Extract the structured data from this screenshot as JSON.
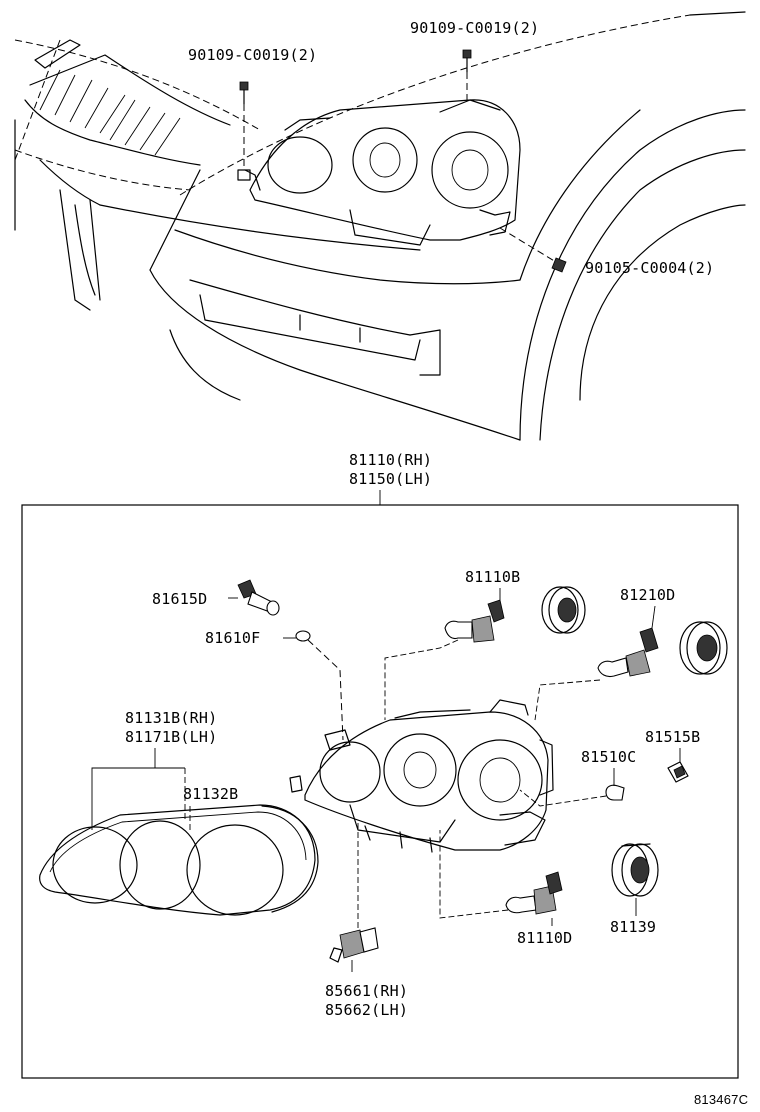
{
  "labels": {
    "bolt_left": "90109-C0019(2)",
    "bolt_right": "90109-C0019(2)",
    "screw": "90105-C0004(2)",
    "assembly_rh": "81110(RH)",
    "assembly_lh": "81150(LH)",
    "socket_81615d": "81615D",
    "bulb_81610f": "81610F",
    "bulb_81110b": "81110B",
    "bulb_81210d": "81210D",
    "lens_81131b": "81131B(RH)",
    "lens_81171b": "81171B(LH)",
    "gasket_81132b": "81132B",
    "socket_81515b": "81515B",
    "bulb_81510c": "81510C",
    "cap_81139": "81139",
    "bulb_81110d": "81110D",
    "ballast_85661": "85661(RH)",
    "ballast_85662": "85662(LH)",
    "figure_id": "813467C"
  }
}
